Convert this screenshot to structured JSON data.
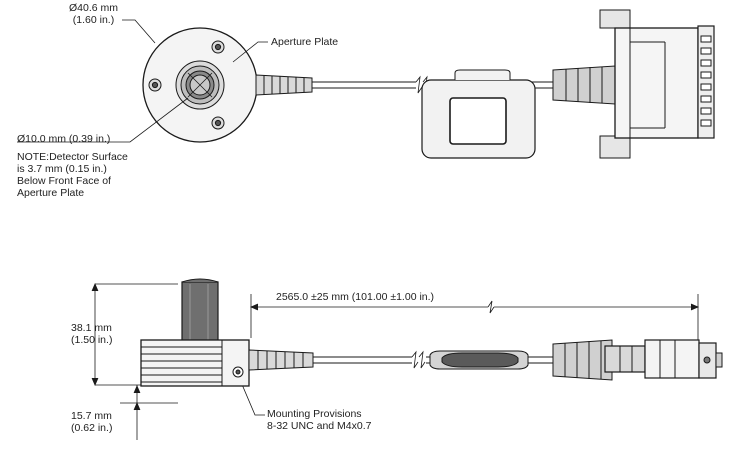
{
  "top_view": {
    "outer_diameter": {
      "mm": "Ø40.6 mm",
      "inch": "(1.60 in.)"
    },
    "aperture_plate": "Aperture Plate",
    "aperture_diameter": "Ø10.0 mm (0.39 in.)",
    "note_lines": [
      "NOTE:Detector Surface",
      "is 3.7 mm (0.15 in.)",
      "Below Front Face of",
      "Aperture Plate"
    ]
  },
  "side_view": {
    "height": {
      "mm": "38.1 mm",
      "inch": "(1.50 in.)"
    },
    "base_height": {
      "mm": "15.7 mm",
      "inch": "(0.62 in.)"
    },
    "cable_length": "2565.0 ±25 mm (101.00 ±1.00 in.)",
    "mounting_lines": [
      "Mounting Provisions",
      "8-32 UNC and M4x0.7"
    ]
  },
  "colors": {
    "line": "#1a1a1a",
    "fill_light": "#f2f2f2",
    "fill_mid": "#d9d9d9",
    "fill_dark": "#7a7a7a"
  }
}
